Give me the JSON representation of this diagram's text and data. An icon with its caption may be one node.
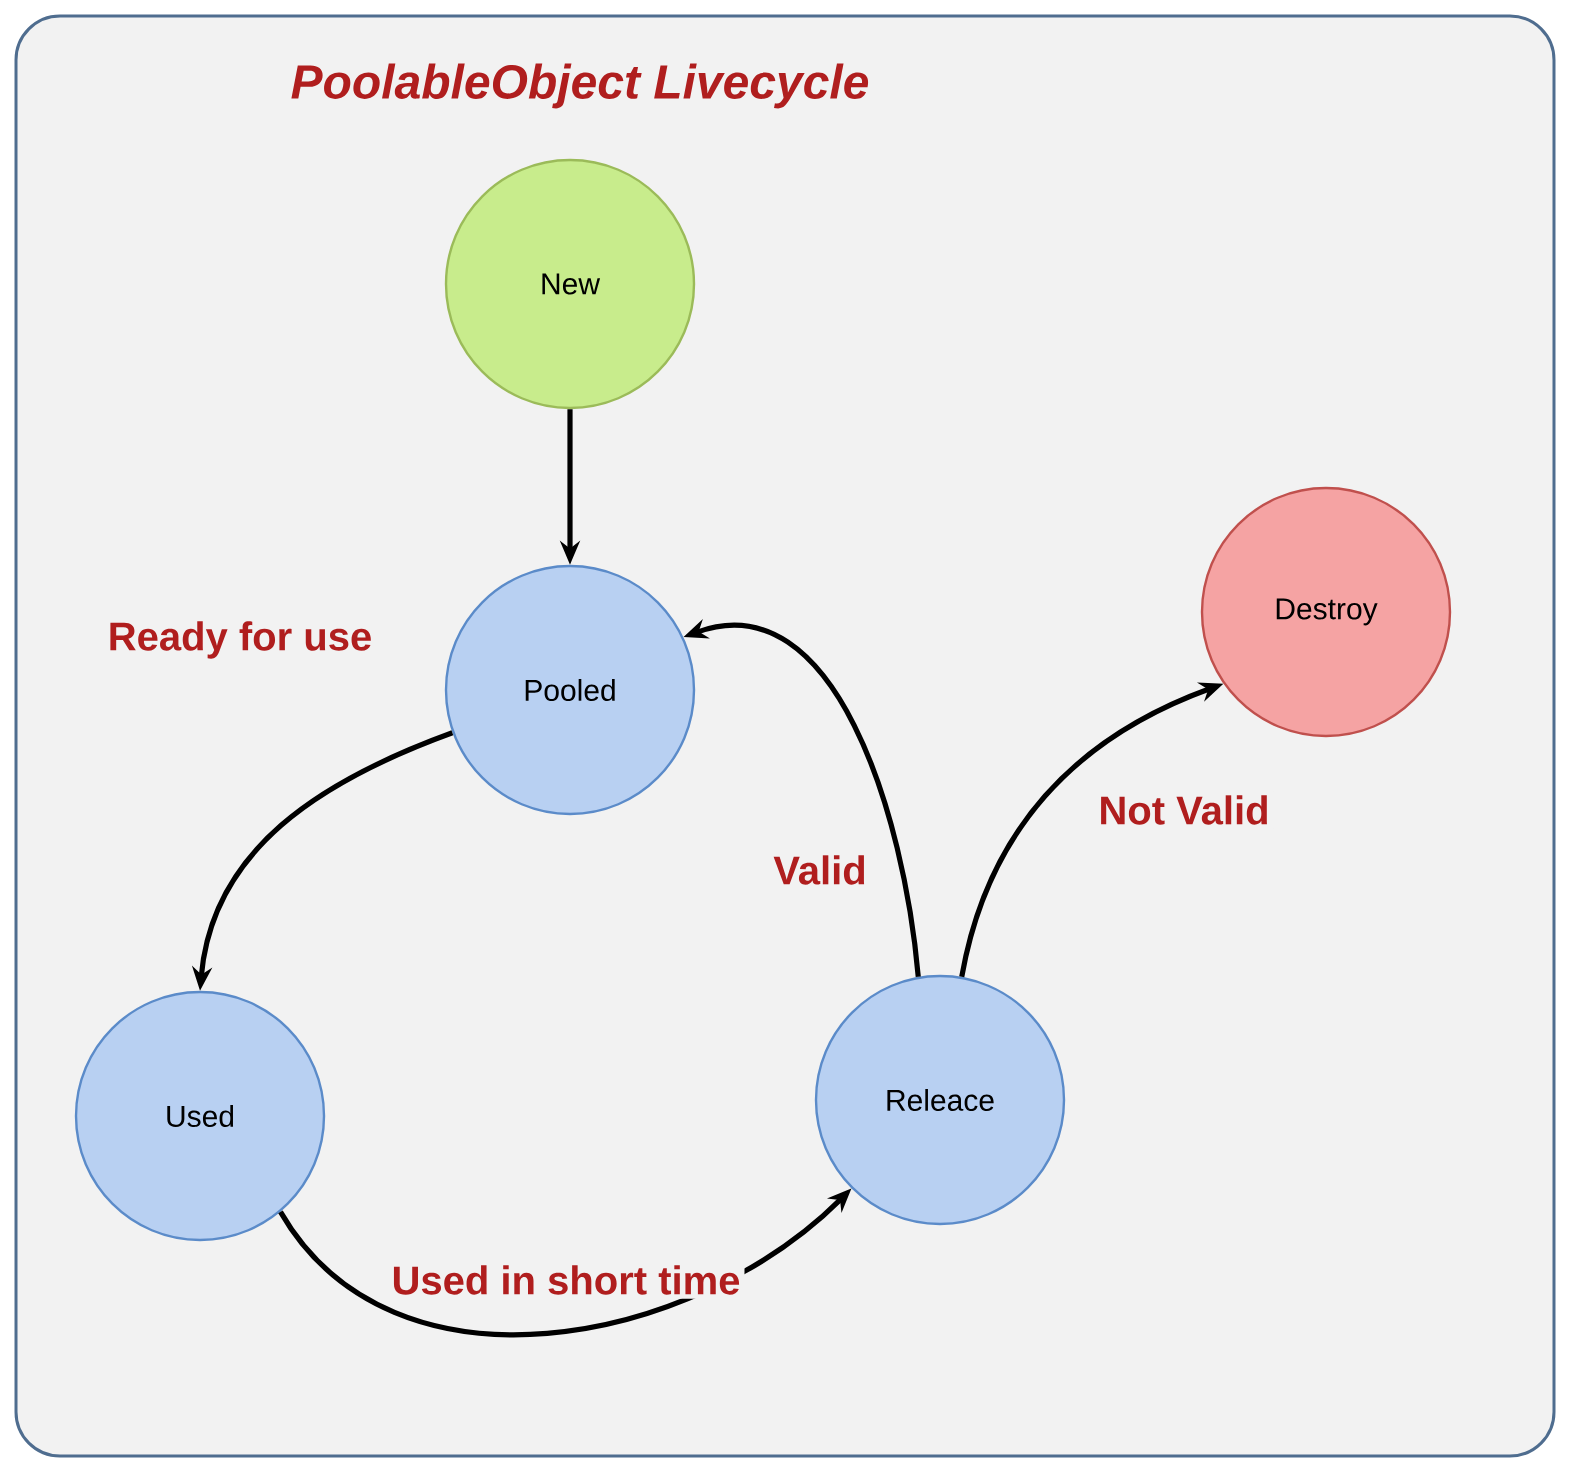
{
  "diagram": {
    "title": "PoolableObject Livecycle",
    "nodes": [
      {
        "text": [
          "New"
        ]
      },
      {
        "text": [
          "Pooled"
        ]
      },
      {
        "text": [
          "Used"
        ]
      },
      {
        "text": [
          "Releace"
        ]
      },
      {
        "text": [
          "Destroy"
        ]
      }
    ],
    "edges": [
      {
        "from": 0,
        "to": 1,
        "arrow": "to"
      },
      {
        "from": 1,
        "to": 2,
        "arrow": "to",
        "label": "Ready for use"
      },
      {
        "from": 2,
        "to": 3,
        "arrow": "to",
        "label": "Used in short time"
      },
      {
        "from": 3,
        "to": 1,
        "arrow": "to",
        "label": "Valid"
      },
      {
        "from": 3,
        "to": 4,
        "arrow": "to",
        "label": "Not Valid"
      }
    ]
  }
}
